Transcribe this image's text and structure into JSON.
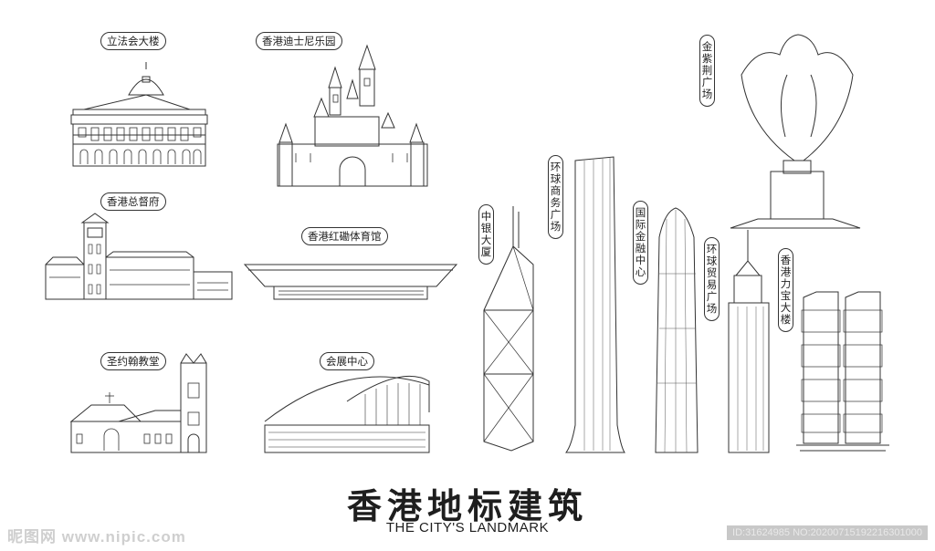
{
  "title": "香港地标建筑",
  "subtitle": "THE CITY'S LANDMARK",
  "landmarks": {
    "legco": "立法会大楼",
    "disney": "香港迪士尼乐园",
    "govhouse": "香港总督府",
    "coliseum": "香港红磡体育馆",
    "stjohn": "圣约翰教堂",
    "hkcec": "会展中心",
    "boc": "中银大厦",
    "icc": "环球商务广场",
    "ifc": "国际金融中心",
    "wtc": "环球贸易广场",
    "bauhinia": "金紫荆广场",
    "lippo": "香港力宝大楼"
  },
  "watermark": {
    "left": "昵图网 www.nipic.com",
    "right": "ID:31624985 NO:20200715192216301000"
  }
}
